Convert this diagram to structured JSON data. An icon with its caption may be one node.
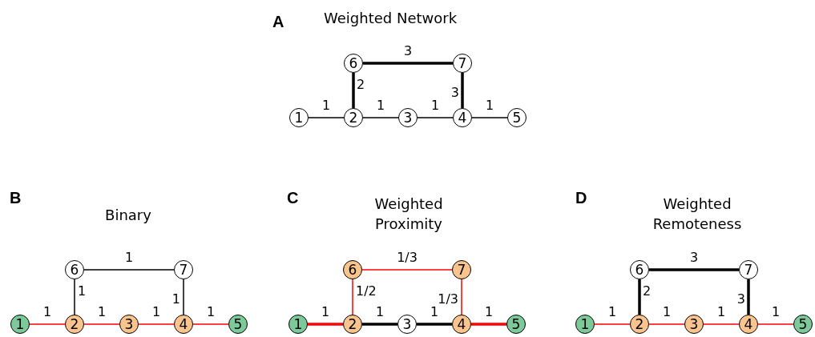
{
  "diagram": {
    "nodes": [
      {
        "text": [
          "6"
        ]
      },
      {
        "text": [
          "7"
        ]
      },
      {
        "text": [
          "1"
        ]
      },
      {
        "text": [
          "2"
        ]
      },
      {
        "text": [
          "3"
        ]
      },
      {
        "text": [
          "4"
        ]
      },
      {
        "text": [
          "5"
        ]
      },
      {
        "text": [
          "6"
        ]
      },
      {
        "text": [
          "7"
        ]
      },
      {
        "text": [
          "1"
        ]
      },
      {
        "text": [
          "2"
        ]
      },
      {
        "text": [
          "3"
        ]
      },
      {
        "text": [
          "4"
        ]
      },
      {
        "text": [
          "5"
        ]
      },
      {
        "text": [
          "6"
        ]
      },
      {
        "text": [
          "7"
        ]
      },
      {
        "text": [
          "1"
        ]
      },
      {
        "text": [
          "2"
        ]
      },
      {
        "text": [
          "3"
        ]
      },
      {
        "text": [
          "4"
        ]
      },
      {
        "text": [
          "5"
        ]
      },
      {
        "text": [
          "6"
        ]
      },
      {
        "text": [
          "7"
        ]
      },
      {
        "text": [
          "1"
        ]
      },
      {
        "text": [
          "2"
        ]
      },
      {
        "text": [
          "3"
        ]
      },
      {
        "text": [
          "4"
        ]
      },
      {
        "text": [
          "5"
        ]
      }
    ],
    "edges": [
      {
        "from": 0,
        "to": 1,
        "arrow": "none",
        "label": "3",
        "style": "thick"
      },
      {
        "from": 0,
        "to": 3,
        "arrow": "none",
        "label": "2",
        "style": "thick"
      },
      {
        "from": 1,
        "to": 5,
        "arrow": "none",
        "label": "3",
        "style": "thick"
      },
      {
        "from": 2,
        "to": 3,
        "arrow": "none",
        "label": "1"
      },
      {
        "from": 3,
        "to": 4,
        "arrow": "none",
        "label": "1"
      },
      {
        "from": 4,
        "to": 5,
        "arrow": "none",
        "label": "1"
      },
      {
        "from": 5,
        "to": 6,
        "arrow": "none",
        "label": "1"
      },
      {
        "from": 7,
        "to": 8,
        "arrow": "none",
        "label": "1"
      },
      {
        "from": 7,
        "to": 10,
        "arrow": "none",
        "label": "1"
      },
      {
        "from": 8,
        "to": 12,
        "arrow": "none",
        "label": "1"
      },
      {
        "from": 9,
        "to": 10,
        "arrow": "none",
        "label": "1",
        "color": "#ff0000"
      },
      {
        "from": 10,
        "to": 11,
        "arrow": "none",
        "label": "1",
        "color": "#ff0000"
      },
      {
        "from": 11,
        "to": 12,
        "arrow": "none",
        "label": "1",
        "color": "#ff0000"
      },
      {
        "from": 12,
        "to": 13,
        "arrow": "none",
        "label": "1",
        "color": "#ff0000"
      },
      {
        "from": 14,
        "to": 15,
        "arrow": "none",
        "label": "1/3",
        "color": "#ff0000"
      },
      {
        "from": 14,
        "to": 17,
        "arrow": "none",
        "label": "1/2",
        "color": "#ff0000"
      },
      {
        "from": 15,
        "to": 19,
        "arrow": "none",
        "label": "1/3",
        "color": "#ff0000"
      },
      {
        "from": 16,
        "to": 17,
        "arrow": "none",
        "label": "1",
        "style": "thick",
        "color": "#ff0000"
      },
      {
        "from": 17,
        "to": 18,
        "arrow": "none",
        "label": "1",
        "style": "thick"
      },
      {
        "from": 18,
        "to": 19,
        "arrow": "none",
        "label": "1",
        "style": "thick"
      },
      {
        "from": 19,
        "to": 20,
        "arrow": "none",
        "label": "1",
        "style": "thick",
        "color": "#ff0000"
      },
      {
        "from": 21,
        "to": 22,
        "arrow": "none",
        "label": "3",
        "style": "thick"
      },
      {
        "from": 21,
        "to": 24,
        "arrow": "none",
        "label": "2",
        "style": "thick"
      },
      {
        "from": 22,
        "to": 26,
        "arrow": "none",
        "label": "3",
        "style": "thick"
      },
      {
        "from": 23,
        "to": 24,
        "arrow": "none",
        "label": "1",
        "color": "#ff0000"
      },
      {
        "from": 24,
        "to": 25,
        "arrow": "none",
        "label": "1",
        "color": "#ff0000"
      },
      {
        "from": 25,
        "to": 26,
        "arrow": "none",
        "label": "1",
        "color": "#ff0000"
      },
      {
        "from": 26,
        "to": 27,
        "arrow": "none",
        "label": "1",
        "color": "#ff0000"
      }
    ],
    "labels": [
      "A",
      "Weighted Network",
      "B",
      "Binary",
      "C",
      "Weighted Proximity",
      "D",
      "Weighted Remoteness"
    ]
  }
}
